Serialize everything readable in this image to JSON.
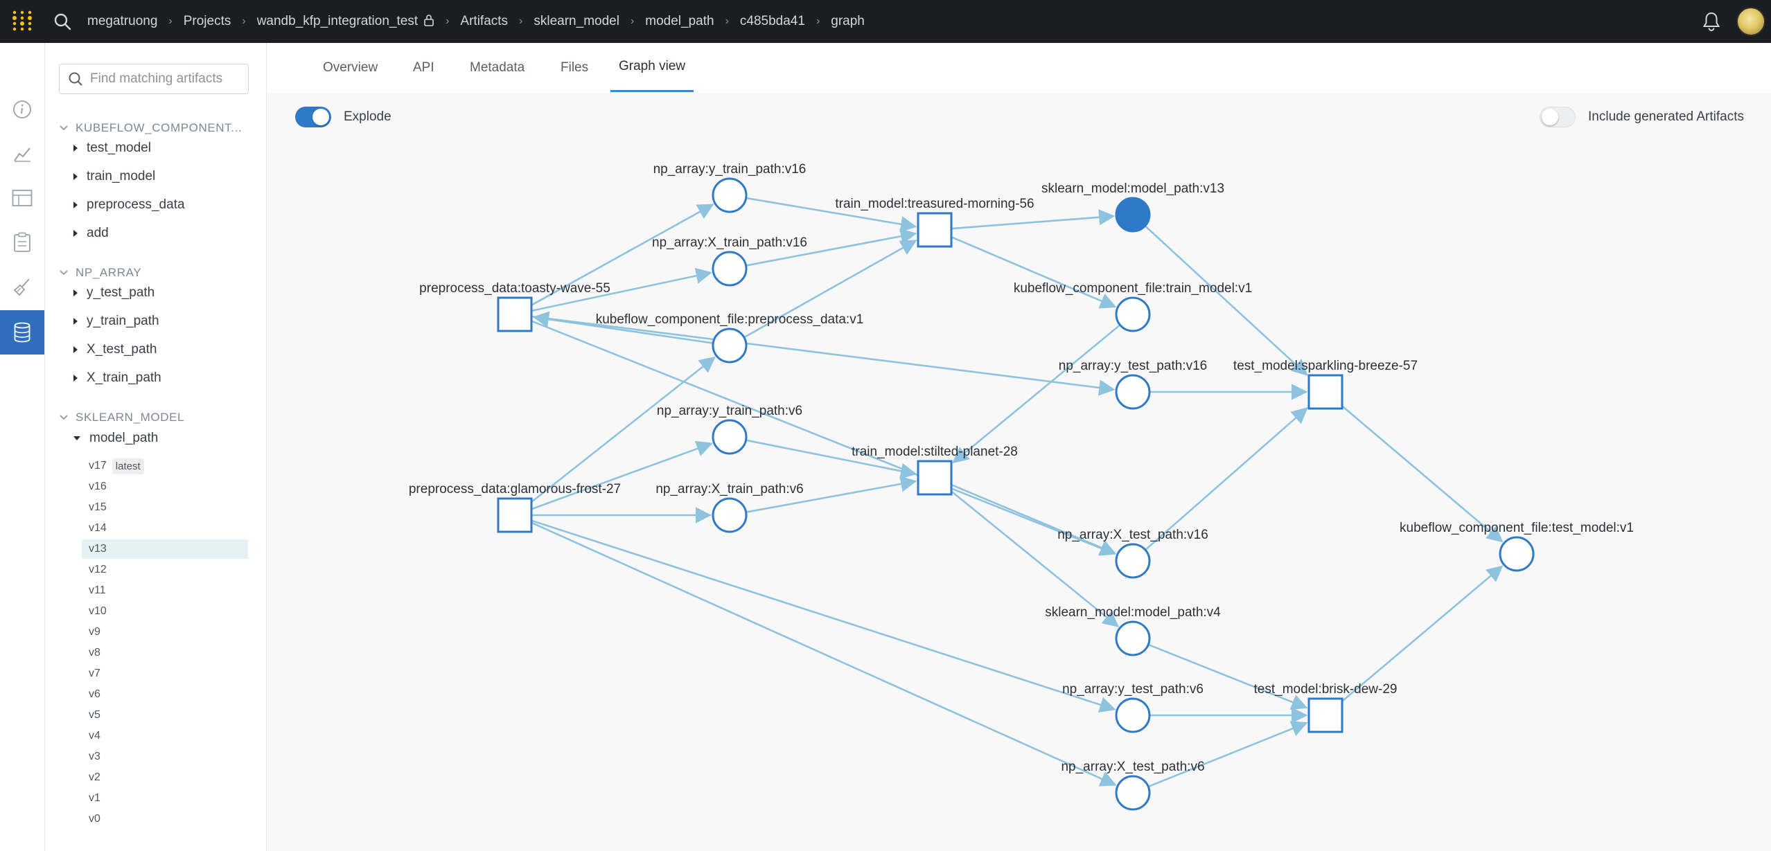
{
  "topbar": {
    "breadcrumbs": [
      "megatruong",
      "Projects",
      "wandb_kfp_integration_test",
      "Artifacts",
      "sklearn_model",
      "model_path",
      "c485bda41",
      "graph"
    ]
  },
  "sidebar": {
    "search_placeholder": "Find matching artifacts",
    "groups": [
      {
        "name": "KUBEFLOW_COMPONENT...",
        "items": [
          "test_model",
          "train_model",
          "preprocess_data",
          "add"
        ]
      },
      {
        "name": "NP_ARRAY",
        "items": [
          "y_test_path",
          "y_train_path",
          "X_test_path",
          "X_train_path"
        ]
      },
      {
        "name": "SKLEARN_MODEL",
        "items": [
          "model_path"
        ]
      }
    ],
    "versions": [
      "v17",
      "v16",
      "v15",
      "v14",
      "v13",
      "v12",
      "v11",
      "v10",
      "v9",
      "v8",
      "v7",
      "v6",
      "v5",
      "v4",
      "v3",
      "v2",
      "v1",
      "v0"
    ],
    "latest_badge": "latest",
    "selected_version": "v13"
  },
  "tabs": [
    "Overview",
    "API",
    "Metadata",
    "Files",
    "Graph view"
  ],
  "active_tab": "Graph view",
  "controls": {
    "explode_label": "Explode",
    "explode_on": true,
    "include_label": "Include generated Artifacts",
    "include_on": false
  },
  "colors": {
    "accent": "#2f7ac8",
    "edge": "#8ec3e0",
    "node_stroke": "#2f7ac8",
    "topbar": "#1b1d21"
  },
  "graph": {
    "nodes": [
      {
        "id": "n1",
        "label": "np_array:y_train_path:v16",
        "kind": "artifact"
      },
      {
        "id": "n2",
        "label": "np_array:X_train_path:v16",
        "kind": "artifact"
      },
      {
        "id": "n3",
        "label": "train_model:treasured-morning-56",
        "kind": "run"
      },
      {
        "id": "n4",
        "label": "sklearn_model:model_path:v13",
        "kind": "artifact",
        "selected": true
      },
      {
        "id": "n5",
        "label": "preprocess_data:toasty-wave-55",
        "kind": "run"
      },
      {
        "id": "n6",
        "label": "kubeflow_component_file:preprocess_data:v1",
        "kind": "artifact"
      },
      {
        "id": "n7",
        "label": "kubeflow_component_file:train_model:v1",
        "kind": "artifact"
      },
      {
        "id": "n8",
        "label": "np_array:y_test_path:v16",
        "kind": "artifact"
      },
      {
        "id": "n9",
        "label": "test_model:sparkling-breeze-57",
        "kind": "run"
      },
      {
        "id": "n10",
        "label": "np_array:y_train_path:v6",
        "kind": "artifact"
      },
      {
        "id": "n11",
        "label": "train_model:stilted-planet-28",
        "kind": "run"
      },
      {
        "id": "n12",
        "label": "preprocess_data:glamorous-frost-27",
        "kind": "run"
      },
      {
        "id": "n13",
        "label": "np_array:X_train_path:v6",
        "kind": "artifact"
      },
      {
        "id": "n14",
        "label": "np_array:X_test_path:v16",
        "kind": "artifact"
      },
      {
        "id": "n15",
        "label": "kubeflow_component_file:test_model:v1",
        "kind": "artifact"
      },
      {
        "id": "n16",
        "label": "sklearn_model:model_path:v4",
        "kind": "artifact"
      },
      {
        "id": "n17",
        "label": "np_array:y_test_path:v6",
        "kind": "artifact"
      },
      {
        "id": "n18",
        "label": "test_model:brisk-dew-29",
        "kind": "run"
      },
      {
        "id": "n19",
        "label": "np_array:X_test_path:v6",
        "kind": "artifact"
      }
    ],
    "edges": [
      [
        "n5",
        "n1"
      ],
      [
        "n5",
        "n2"
      ],
      [
        "n5",
        "n8"
      ],
      [
        "n5",
        "n14"
      ],
      [
        "n1",
        "n3"
      ],
      [
        "n2",
        "n3"
      ],
      [
        "n6",
        "n3"
      ],
      [
        "n3",
        "n4"
      ],
      [
        "n3",
        "n7"
      ],
      [
        "n6",
        "n5"
      ],
      [
        "n4",
        "n9"
      ],
      [
        "n8",
        "n9"
      ],
      [
        "n14",
        "n9"
      ],
      [
        "n7",
        "n11"
      ],
      [
        "n12",
        "n6"
      ],
      [
        "n12",
        "n10"
      ],
      [
        "n12",
        "n13"
      ],
      [
        "n12",
        "n17"
      ],
      [
        "n12",
        "n19"
      ],
      [
        "n10",
        "n11"
      ],
      [
        "n13",
        "n11"
      ],
      [
        "n11",
        "n14"
      ],
      [
        "n11",
        "n16"
      ],
      [
        "n16",
        "n18"
      ],
      [
        "n17",
        "n18"
      ],
      [
        "n19",
        "n18"
      ],
      [
        "n9",
        "n15"
      ],
      [
        "n18",
        "n15"
      ]
    ]
  }
}
